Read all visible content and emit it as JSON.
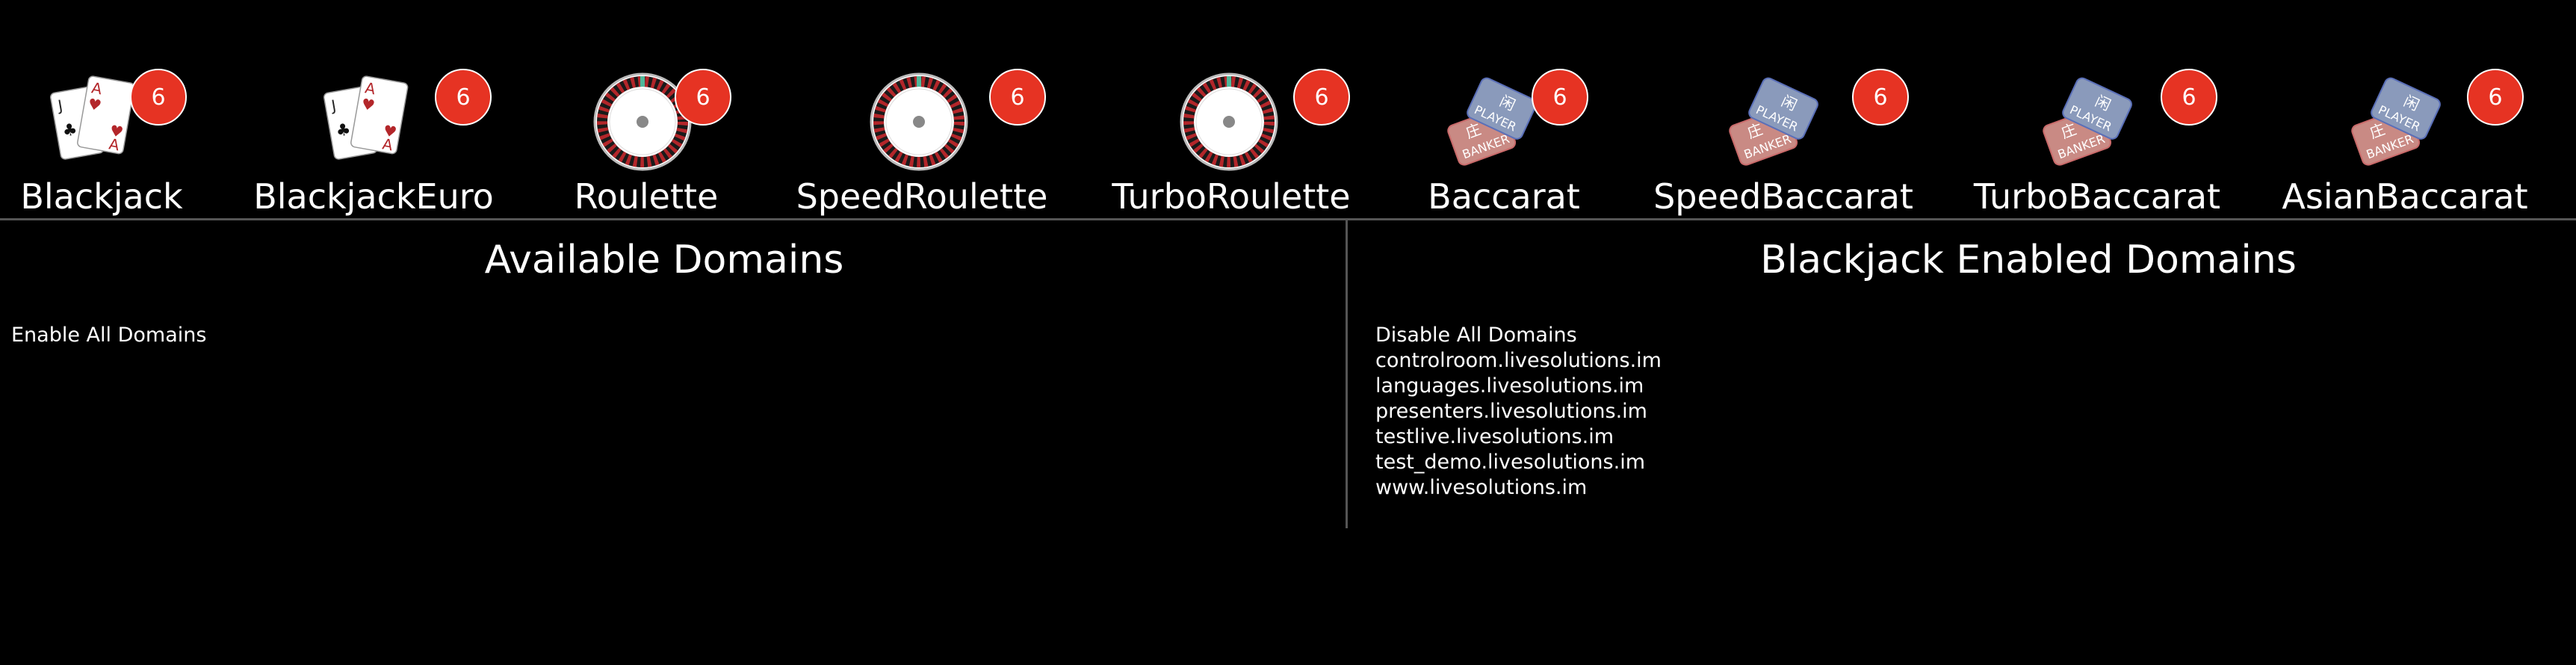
{
  "games": [
    {
      "name": "Blackjack",
      "count": "6",
      "icon": "cards-icon"
    },
    {
      "name": "BlackjackEuro",
      "count": "6",
      "icon": "cards-icon"
    },
    {
      "name": "Roulette",
      "count": "6",
      "icon": "roulette-icon"
    },
    {
      "name": "SpeedRoulette",
      "count": "6",
      "icon": "roulette-icon"
    },
    {
      "name": "TurboRoulette",
      "count": "6",
      "icon": "roulette-icon"
    },
    {
      "name": "Baccarat",
      "count": "6",
      "icon": "baccarat-icon"
    },
    {
      "name": "SpeedBaccarat",
      "count": "6",
      "icon": "baccarat-icon"
    },
    {
      "name": "TurboBaccarat",
      "count": "6",
      "icon": "baccarat-icon"
    },
    {
      "name": "AsianBaccarat",
      "count": "6",
      "icon": "baccarat-icon"
    }
  ],
  "baccarat_icon_text": {
    "player_cn": "闲",
    "player": "PLAYER",
    "banker_cn": "庄",
    "banker": "BANKER"
  },
  "available": {
    "title": "Available Domains",
    "enable_all": "Enable All Domains"
  },
  "enabled": {
    "title": "Blackjack Enabled Domains",
    "disable_all": "Disable All Domains",
    "domains": [
      "controlroom.livesolutions.im",
      "languages.livesolutions.im",
      "presenters.livesolutions.im",
      "testlive.livesolutions.im",
      "test_demo.livesolutions.im",
      "www.livesolutions.im"
    ]
  },
  "colors": {
    "badge": "#e63323",
    "player": "#8a9abb",
    "banker": "#c98a84",
    "divider": "#555555"
  }
}
